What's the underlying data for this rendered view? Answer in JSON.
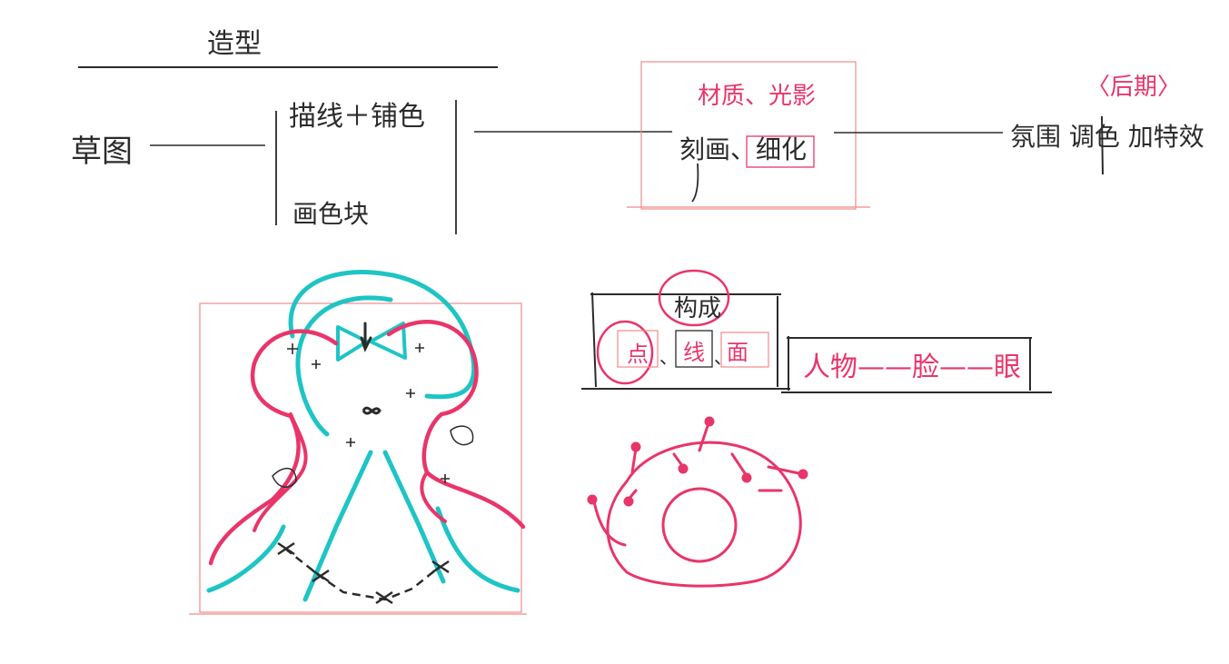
{
  "whiteboard": {
    "top_title": "造型",
    "flow": {
      "draft": "草图",
      "lineart_base": "描线＋铺色",
      "color_blocks": "画色块",
      "render_detail": "刻画、细化",
      "material_light": "材质、光影",
      "post_stage": "〈后期〉",
      "post_steps": "氛围  调色  加特效"
    },
    "principles": {
      "composition": "构成",
      "point": "点",
      "separator_1": "、",
      "line": "线",
      "separator_2": "、",
      "plane": "面"
    },
    "hierarchy": {
      "text": "人物——脸——眼"
    }
  },
  "colors": {
    "ink": "#2b2b2b",
    "red": "#e8356a",
    "teal": "#1fc4c4",
    "guide": "#f08a8a"
  }
}
